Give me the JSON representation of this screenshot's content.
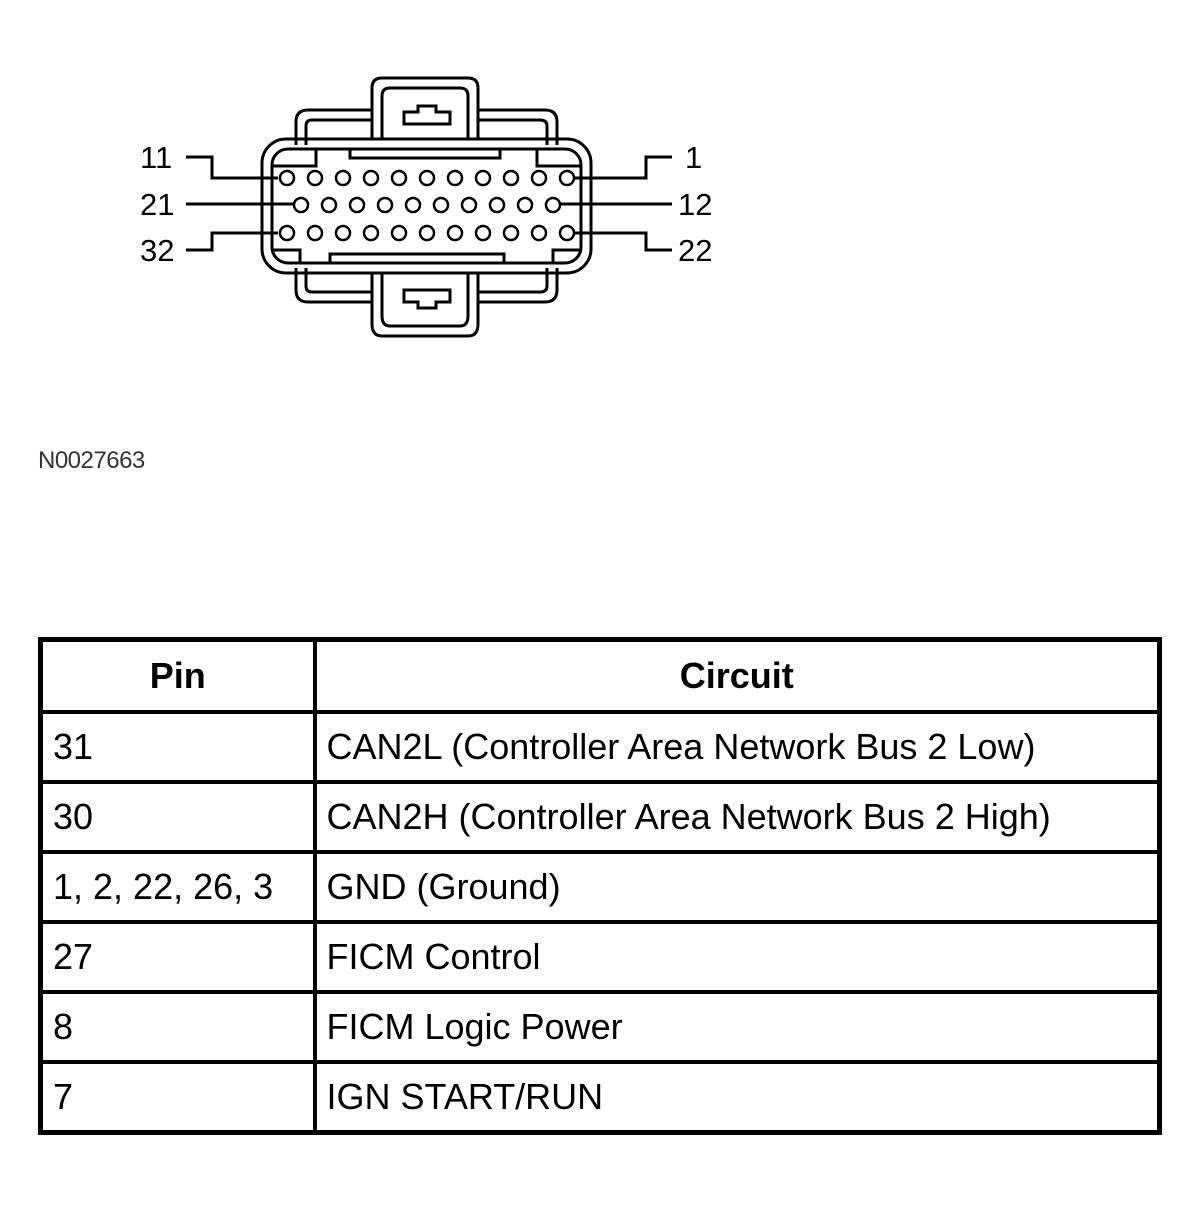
{
  "diagram": {
    "pin_labels": {
      "top_left": "11",
      "top_right": "1",
      "middle_left": "21",
      "middle_right": "12",
      "bottom_left": "32",
      "bottom_right": "22"
    },
    "figure_id": "N0027663"
  },
  "table": {
    "headers": {
      "pin": "Pin",
      "circuit": "Circuit"
    },
    "rows": [
      {
        "pin": "31",
        "circuit": "CAN2L (Controller Area Network Bus 2 Low)"
      },
      {
        "pin": "30",
        "circuit": "CAN2H (Controller Area Network Bus 2 High)"
      },
      {
        "pin": "1, 2, 22, 26, 3",
        "circuit": "GND (Ground)"
      },
      {
        "pin": "27",
        "circuit": "FICM Control"
      },
      {
        "pin": "8",
        "circuit": "FICM Logic Power"
      },
      {
        "pin": "7",
        "circuit": "IGN START/RUN"
      }
    ]
  }
}
